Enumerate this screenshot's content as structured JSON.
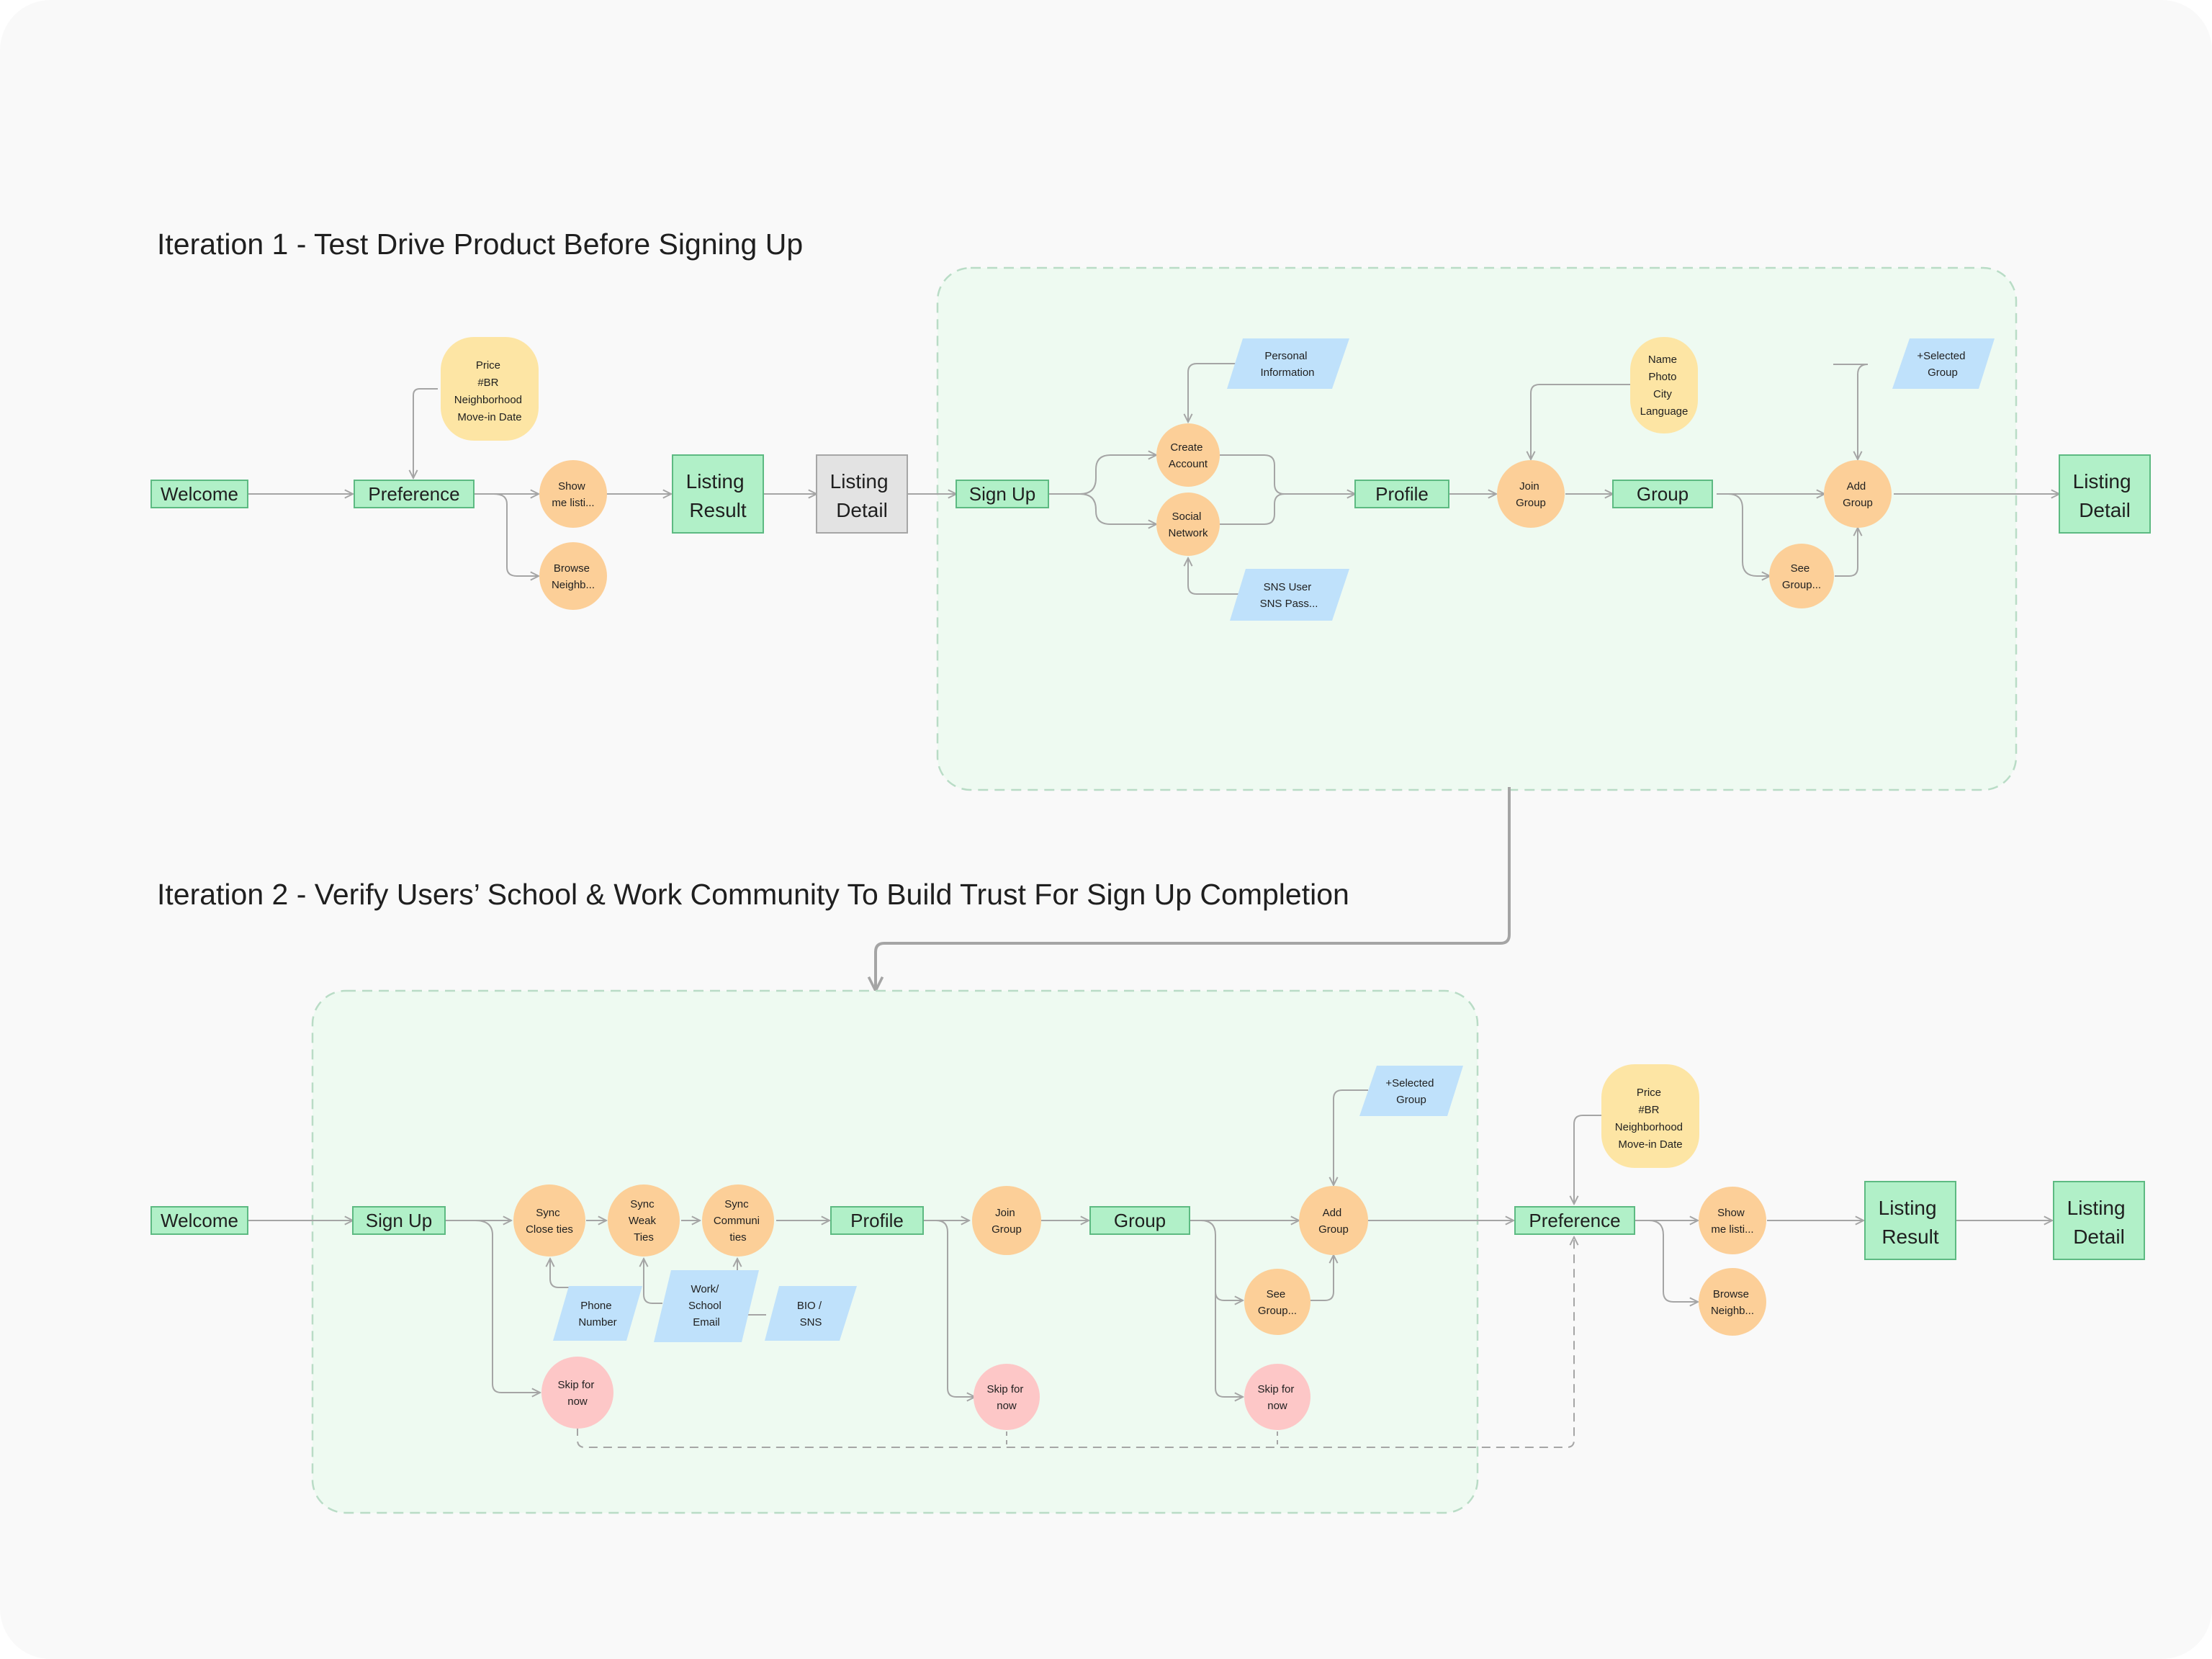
{
  "colors": {
    "background": "#f9f9f9",
    "screen_fill": "#b1f0c8",
    "screen_stroke": "#5dba82",
    "screen_gray_fill": "#e3e3e3",
    "screen_gray_stroke": "#a6a6a6",
    "action_fill": "#fccf98",
    "input_fill": "#bfe1fb",
    "data_fill": "#fde5a4",
    "skip_fill": "#fdc7c7",
    "group_fill": "#eefaf1",
    "group_stroke": "#b9dcc6",
    "connector": "#a5a5a5",
    "text": "#1f1f1f"
  },
  "iteration1": {
    "title": "Iteration 1 - Test Drive Product Before Signing Up",
    "welcome": "Welcome",
    "preference": "Preference",
    "preference_data": [
      "Price",
      "#BR",
      "Neighborhood",
      "Move-in Date"
    ],
    "show_listings": [
      "Show",
      "me listi..."
    ],
    "browse_neighborhood": [
      "Browse",
      "Neighb..."
    ],
    "listing_result": [
      "Listing",
      "Result"
    ],
    "listing_detail_preview": [
      "Listing",
      "Detail"
    ],
    "sign_up": "Sign Up",
    "personal_information": [
      "Personal",
      "Information"
    ],
    "create_account": [
      "Create",
      "Account"
    ],
    "social_network": [
      "Social",
      "Network"
    ],
    "sns_credentials": [
      "SNS User",
      "SNS Pass..."
    ],
    "profile": "Profile",
    "profile_data": [
      "Name",
      "Photo",
      "City",
      "Language"
    ],
    "join_group": [
      "Join",
      "Group"
    ],
    "group": "Group",
    "selected_group": [
      "+Selected",
      "Group"
    ],
    "add_group": [
      "Add",
      "Group"
    ],
    "see_group": [
      "See",
      "Group..."
    ],
    "listing_detail": [
      "Listing",
      "Detail"
    ]
  },
  "iteration2": {
    "title": "Iteration 2 -  Verify Users’ School & Work Community To Build Trust For Sign Up Completion",
    "welcome": "Welcome",
    "sign_up": "Sign Up",
    "sync_close_ties": [
      "Sync",
      "Close ties"
    ],
    "sync_weak_ties": [
      "Sync",
      "Weak",
      "Ties"
    ],
    "sync_communities": [
      "Sync",
      "Communi",
      "ties"
    ],
    "phone_number": [
      "Phone",
      "Number"
    ],
    "work_school_email": [
      "Work/",
      "School",
      "Email"
    ],
    "bio_sns": [
      "BIO /",
      "SNS"
    ],
    "skip_signup": [
      "Skip for",
      "now"
    ],
    "profile": "Profile",
    "join_group": [
      "Join",
      "Group"
    ],
    "skip_profile": [
      "Skip for",
      "now"
    ],
    "group": "Group",
    "selected_group": [
      "+Selected",
      "Group"
    ],
    "add_group": [
      "Add",
      "Group"
    ],
    "see_group": [
      "See",
      "Group..."
    ],
    "skip_group": [
      "Skip for",
      "now"
    ],
    "preference": "Preference",
    "preference_data": [
      "Price",
      "#BR",
      "Neighborhood",
      "Move-in Date"
    ],
    "show_listings": [
      "Show",
      "me listi..."
    ],
    "browse_neighborhood": [
      "Browse",
      "Neighb..."
    ],
    "listing_result": [
      "Listing",
      "Result"
    ],
    "listing_detail": [
      "Listing",
      "Detail"
    ]
  }
}
